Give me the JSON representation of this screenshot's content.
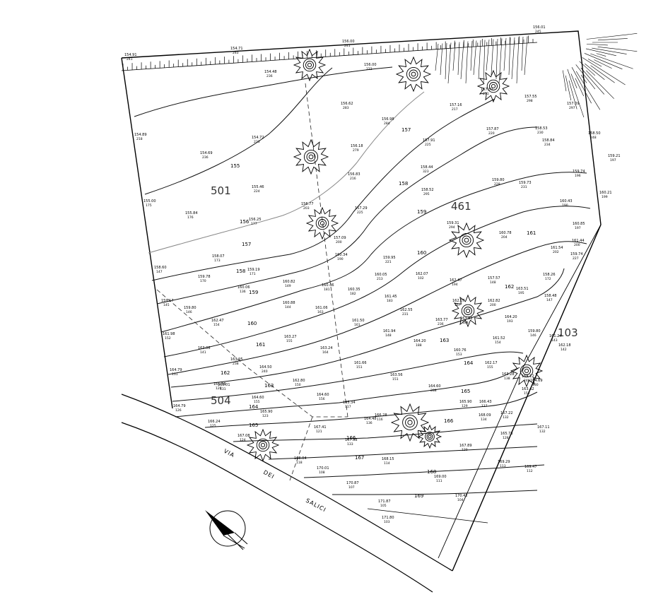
{
  "parcels": [
    {
      "label": "501"
    },
    {
      "label": "461"
    },
    {
      "label": "504"
    },
    {
      "label": "103"
    }
  ],
  "road": {
    "name": "VIA DEI SALICI",
    "words": [
      "VIA",
      "DEI",
      "SALICI"
    ]
  },
  "contour_labels": [
    "155",
    "156",
    "157",
    "158",
    "159",
    "160",
    "161",
    "162",
    "163",
    "164",
    "165",
    "166",
    "167",
    "168",
    "169"
  ],
  "contour_labels_right": [
    "157",
    "158",
    "159",
    "160",
    "161",
    "162",
    "163",
    "164",
    "165",
    "166"
  ],
  "spot_heights": [
    {
      "elev": "154.91",
      "id": "241"
    },
    {
      "elev": "154.71",
      "id": "240"
    },
    {
      "elev": "156.00",
      "id": "241"
    },
    {
      "elev": "154.48",
      "id": "236"
    },
    {
      "elev": "156.00",
      "id": "222"
    },
    {
      "elev": "156.01",
      "id": "245"
    },
    {
      "elev": "157.55",
      "id": "298"
    },
    {
      "elev": "157.09",
      "id": "297"
    },
    {
      "elev": "156.62",
      "id": "283"
    },
    {
      "elev": "156.98",
      "id": "284"
    },
    {
      "elev": "157.16",
      "id": "217"
    },
    {
      "elev": "157.57",
      "id": "231"
    },
    {
      "elev": "154.89",
      "id": "218"
    },
    {
      "elev": "154.72",
      "id": "233"
    },
    {
      "elev": "154.69",
      "id": "236"
    },
    {
      "elev": "156.18",
      "id": "279"
    },
    {
      "elev": "157.91",
      "id": "225"
    },
    {
      "elev": "157.87",
      "id": "220"
    },
    {
      "elev": "158.53",
      "id": "230"
    },
    {
      "elev": "158.84",
      "id": "234"
    },
    {
      "elev": "158.50",
      "id": "248"
    },
    {
      "elev": "159.21",
      "id": "197"
    },
    {
      "elev": "155.46",
      "id": "224"
    },
    {
      "elev": "156.83",
      "id": "216"
    },
    {
      "elev": "158.44",
      "id": "323"
    },
    {
      "elev": "159.80",
      "id": "228"
    },
    {
      "elev": "159.73",
      "id": "231"
    },
    {
      "elev": "159.74",
      "id": "196"
    },
    {
      "elev": "155.00",
      "id": "175"
    },
    {
      "elev": "155.84",
      "id": "176"
    },
    {
      "elev": "156.25",
      "id": "177"
    },
    {
      "elev": "156.77",
      "id": "203"
    },
    {
      "elev": "157.29",
      "id": "225"
    },
    {
      "elev": "158.52",
      "id": "295"
    },
    {
      "elev": "160.21",
      "id": "199"
    },
    {
      "elev": "160.43",
      "id": "190"
    },
    {
      "elev": "159.31",
      "id": "294"
    },
    {
      "elev": "160.85",
      "id": "197"
    },
    {
      "elev": "160.78",
      "id": "204"
    },
    {
      "elev": "157.09",
      "id": "200"
    },
    {
      "elev": "158.07",
      "id": "173"
    },
    {
      "elev": "160.34",
      "id": "190"
    },
    {
      "elev": "161.44",
      "id": "200"
    },
    {
      "elev": "161.54",
      "id": "202"
    },
    {
      "elev": "159.74",
      "id": "227"
    },
    {
      "elev": "159.95",
      "id": "221"
    },
    {
      "elev": "160.05",
      "id": "213"
    },
    {
      "elev": "162.07",
      "id": "102"
    },
    {
      "elev": "162.47",
      "id": "194"
    },
    {
      "elev": "157.57",
      "id": "148"
    },
    {
      "elev": "158.26",
      "id": "172"
    },
    {
      "elev": "158.60",
      "id": "147"
    },
    {
      "elev": "159.19",
      "id": "171"
    },
    {
      "elev": "159.78",
      "id": "170"
    },
    {
      "elev": "160.06",
      "id": "136"
    },
    {
      "elev": "160.82",
      "id": "149"
    },
    {
      "elev": "160.46",
      "id": "181"
    },
    {
      "elev": "160.35",
      "id": "182"
    },
    {
      "elev": "161.45",
      "id": "183"
    },
    {
      "elev": "162.07",
      "id": "167"
    },
    {
      "elev": "162.82",
      "id": "200"
    },
    {
      "elev": "163.51",
      "id": "195"
    },
    {
      "elev": "158.48",
      "id": "147"
    },
    {
      "elev": "159.17",
      "id": "145"
    },
    {
      "elev": "159.80",
      "id": "146"
    },
    {
      "elev": "160.88",
      "id": "144"
    },
    {
      "elev": "161.06",
      "id": "163"
    },
    {
      "elev": "161.50",
      "id": "161"
    },
    {
      "elev": "161.94",
      "id": "148"
    },
    {
      "elev": "162.55",
      "id": "231"
    },
    {
      "elev": "163.77",
      "id": "236"
    },
    {
      "elev": "163.81",
      "id": "188"
    },
    {
      "elev": "164.20",
      "id": "193"
    },
    {
      "elev": "159.80",
      "id": "146"
    },
    {
      "elev": "161.24",
      "id": "143"
    },
    {
      "elev": "161.98",
      "id": "152"
    },
    {
      "elev": "162.47",
      "id": "154"
    },
    {
      "elev": "163.27",
      "id": "155"
    },
    {
      "elev": "163.24",
      "id": "164"
    },
    {
      "elev": "164.20",
      "id": "188"
    },
    {
      "elev": "160.76",
      "id": "153"
    },
    {
      "elev": "161.52",
      "id": "154"
    },
    {
      "elev": "162.18",
      "id": "142"
    },
    {
      "elev": "163.08",
      "id": "141"
    },
    {
      "elev": "163.95",
      "id": "238"
    },
    {
      "elev": "164.50",
      "id": "240"
    },
    {
      "elev": "161.66",
      "id": "151"
    },
    {
      "elev": "162.17",
      "id": "155"
    },
    {
      "elev": "163.28",
      "id": "138"
    },
    {
      "elev": "164.12",
      "id": "248"
    },
    {
      "elev": "164.79",
      "id": "131"
    },
    {
      "elev": "165.01",
      "id": "131"
    },
    {
      "elev": "162.80",
      "id": "150"
    },
    {
      "elev": "163.56",
      "id": "151"
    },
    {
      "elev": "163.42",
      "id": "152"
    },
    {
      "elev": "164.69",
      "id": "130"
    },
    {
      "elev": "165.58",
      "id": "128"
    },
    {
      "elev": "164.60",
      "id": "155"
    },
    {
      "elev": "164.60",
      "id": "156"
    },
    {
      "elev": "164.48",
      "id": "136"
    },
    {
      "elev": "164.60",
      "id": "288"
    },
    {
      "elev": "165.90",
      "id": "129"
    },
    {
      "elev": "165.73",
      "id": "128"
    },
    {
      "elev": "167.11",
      "id": "132"
    },
    {
      "elev": "164.79",
      "id": "126"
    },
    {
      "elev": "165.90",
      "id": "123"
    },
    {
      "elev": "165.34",
      "id": "117"
    },
    {
      "elev": "166.28",
      "id": "116"
    },
    {
      "elev": "166.43",
      "id": "117"
    },
    {
      "elev": "167.22",
      "id": "132"
    },
    {
      "elev": "166.24",
      "id": "125"
    },
    {
      "elev": "167.08",
      "id": "124"
    },
    {
      "elev": "167.41",
      "id": "121"
    },
    {
      "elev": "167.98",
      "id": "133"
    },
    {
      "elev": "168.09",
      "id": "134"
    },
    {
      "elev": "167.89",
      "id": "120"
    },
    {
      "elev": "168.04",
      "id": "118"
    },
    {
      "elev": "168.15",
      "id": "114"
    },
    {
      "elev": "169.00",
      "id": "111"
    },
    {
      "elev": "169.29",
      "id": "113"
    },
    {
      "elev": "169.47",
      "id": "112"
    },
    {
      "elev": "170.01",
      "id": "108"
    },
    {
      "elev": "170.87",
      "id": "107"
    },
    {
      "elev": "170.42",
      "id": "104"
    },
    {
      "elev": "171.87",
      "id": "105"
    },
    {
      "elev": "171.80",
      "id": "103"
    }
  ]
}
